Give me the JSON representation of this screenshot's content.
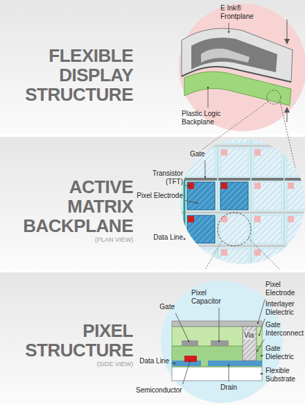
{
  "diagram": {
    "nodes": [
      {
        "text": [
          "FLEXIBLE DISPLAY STRUCTURE"
        ]
      },
      {
        "text": [
          "ACTIVE MATRIX BACKPLANE",
          "(PLAN VIEW)"
        ]
      },
      {
        "text": [
          "PIXEL STRUCTURE",
          "(SIDE VIEW)"
        ]
      }
    ],
    "labels": [
      "E Ink® Frontplane",
      "Plastic Logic Backplane",
      "Gate",
      "Transistor (TFT)",
      "Pixel Electrode",
      "Data Line",
      "Gate",
      "Pixel Capacitor",
      "Pixel Electrode",
      "Interlayer Dielectric",
      "Via",
      "Gate Interconnect",
      "Gate Dielectric",
      "Flexible Substrate",
      "Data Line",
      "Drain",
      "Semiconductor"
    ]
  }
}
